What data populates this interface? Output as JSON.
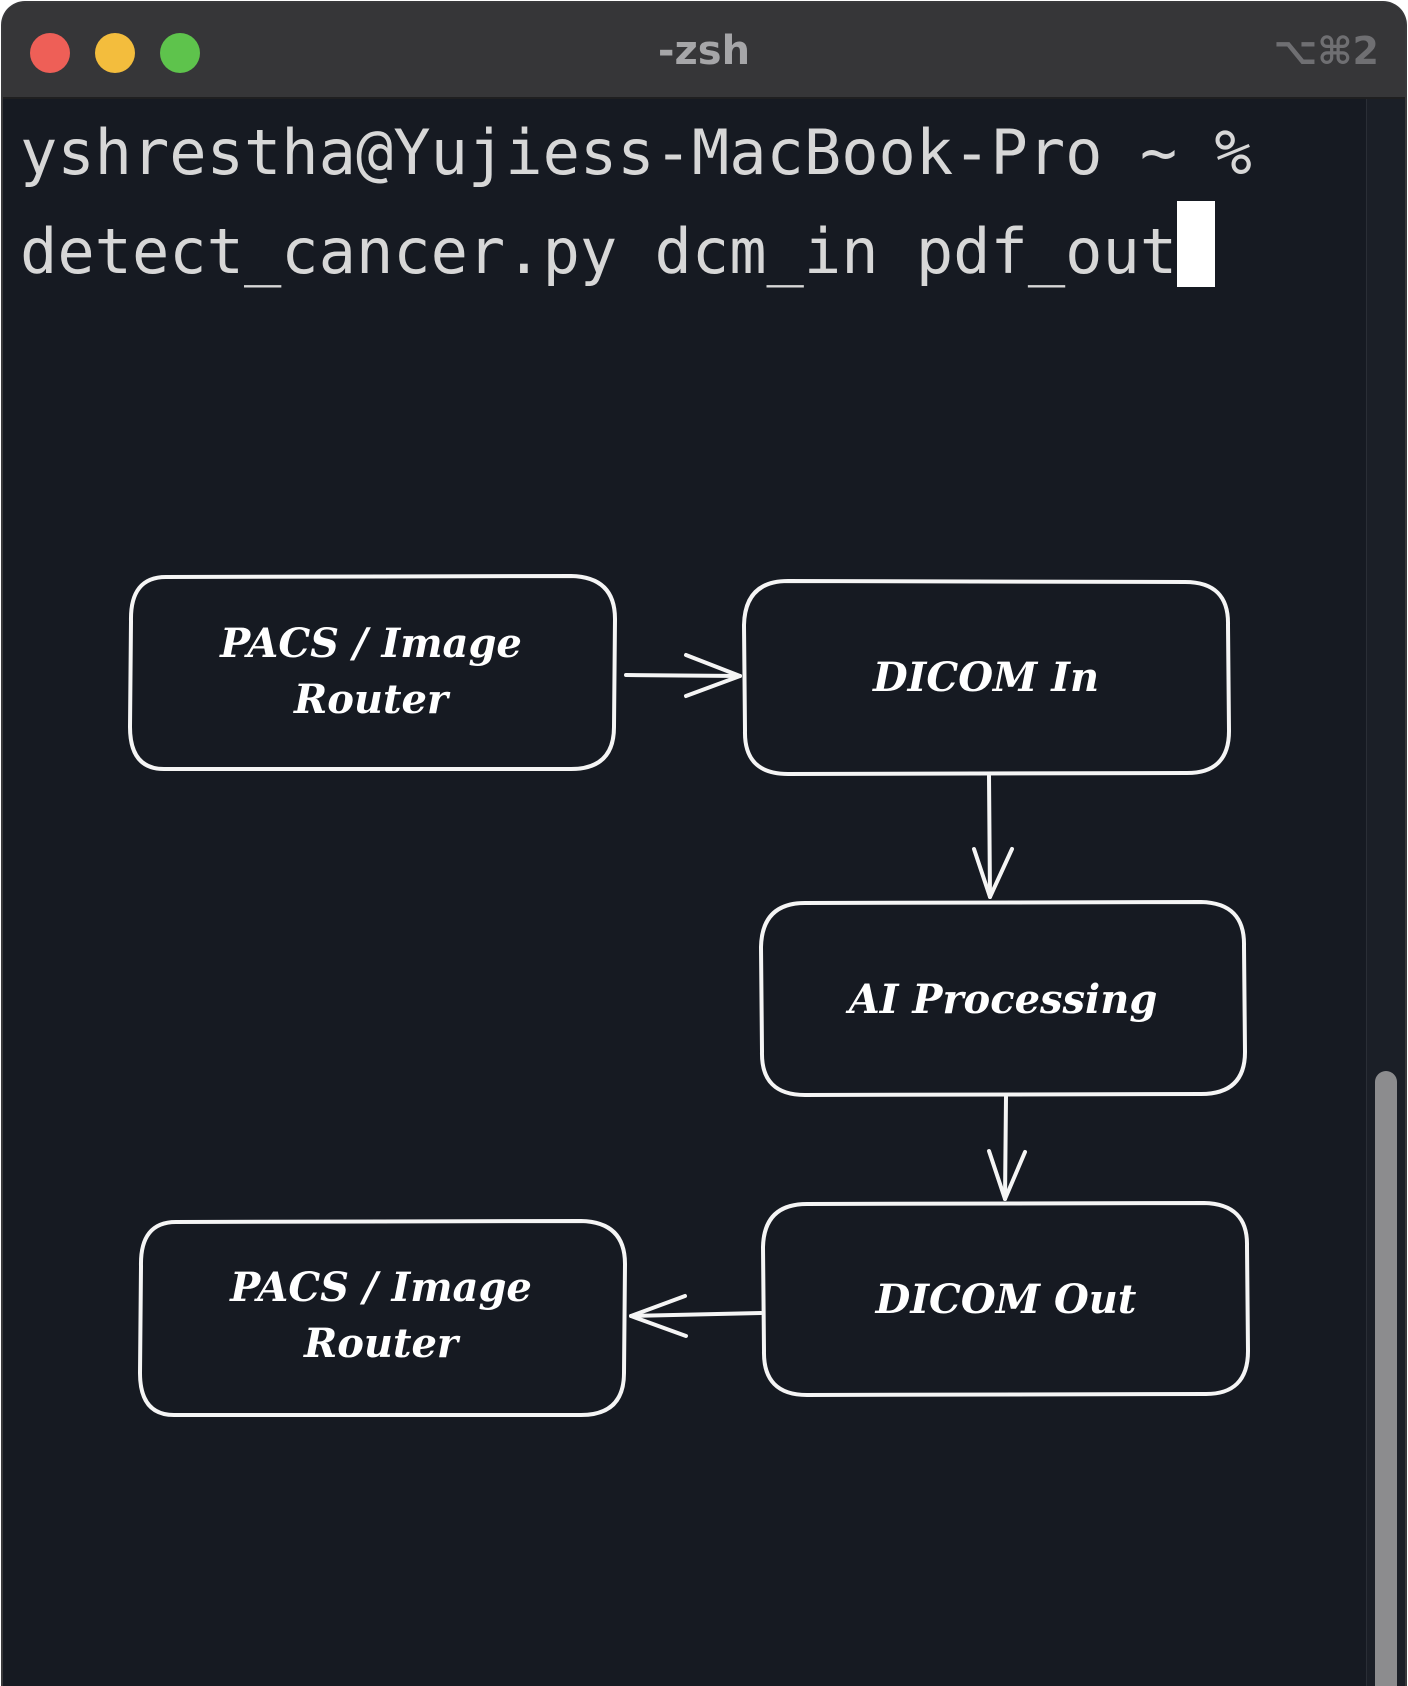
{
  "window": {
    "title": "-zsh",
    "shortcut": "⌥⌘2"
  },
  "terminal": {
    "prompt_line": "yshrestha@Yujiess-MacBook-Pro ~ %",
    "command_line": "detect_cancer.py dcm_in pdf_out"
  },
  "diagram": {
    "nodes": {
      "pacs_in": {
        "line1": "PACS / Image",
        "line2": "Router"
      },
      "dicom_in": {
        "label": "DICOM In"
      },
      "ai_processing": {
        "label": "AI Processing"
      },
      "dicom_out": {
        "label": "DICOM Out"
      },
      "pacs_out": {
        "line1": "PACS / Image",
        "line2": "Router"
      }
    }
  },
  "colors": {
    "background": "#161a22",
    "titlebar": "#363638",
    "text": "#d7d7d7",
    "diagram_stroke": "#f5f5f5",
    "red": "#ee5f57",
    "yellow": "#f3bd3d",
    "green": "#5ec34c"
  }
}
